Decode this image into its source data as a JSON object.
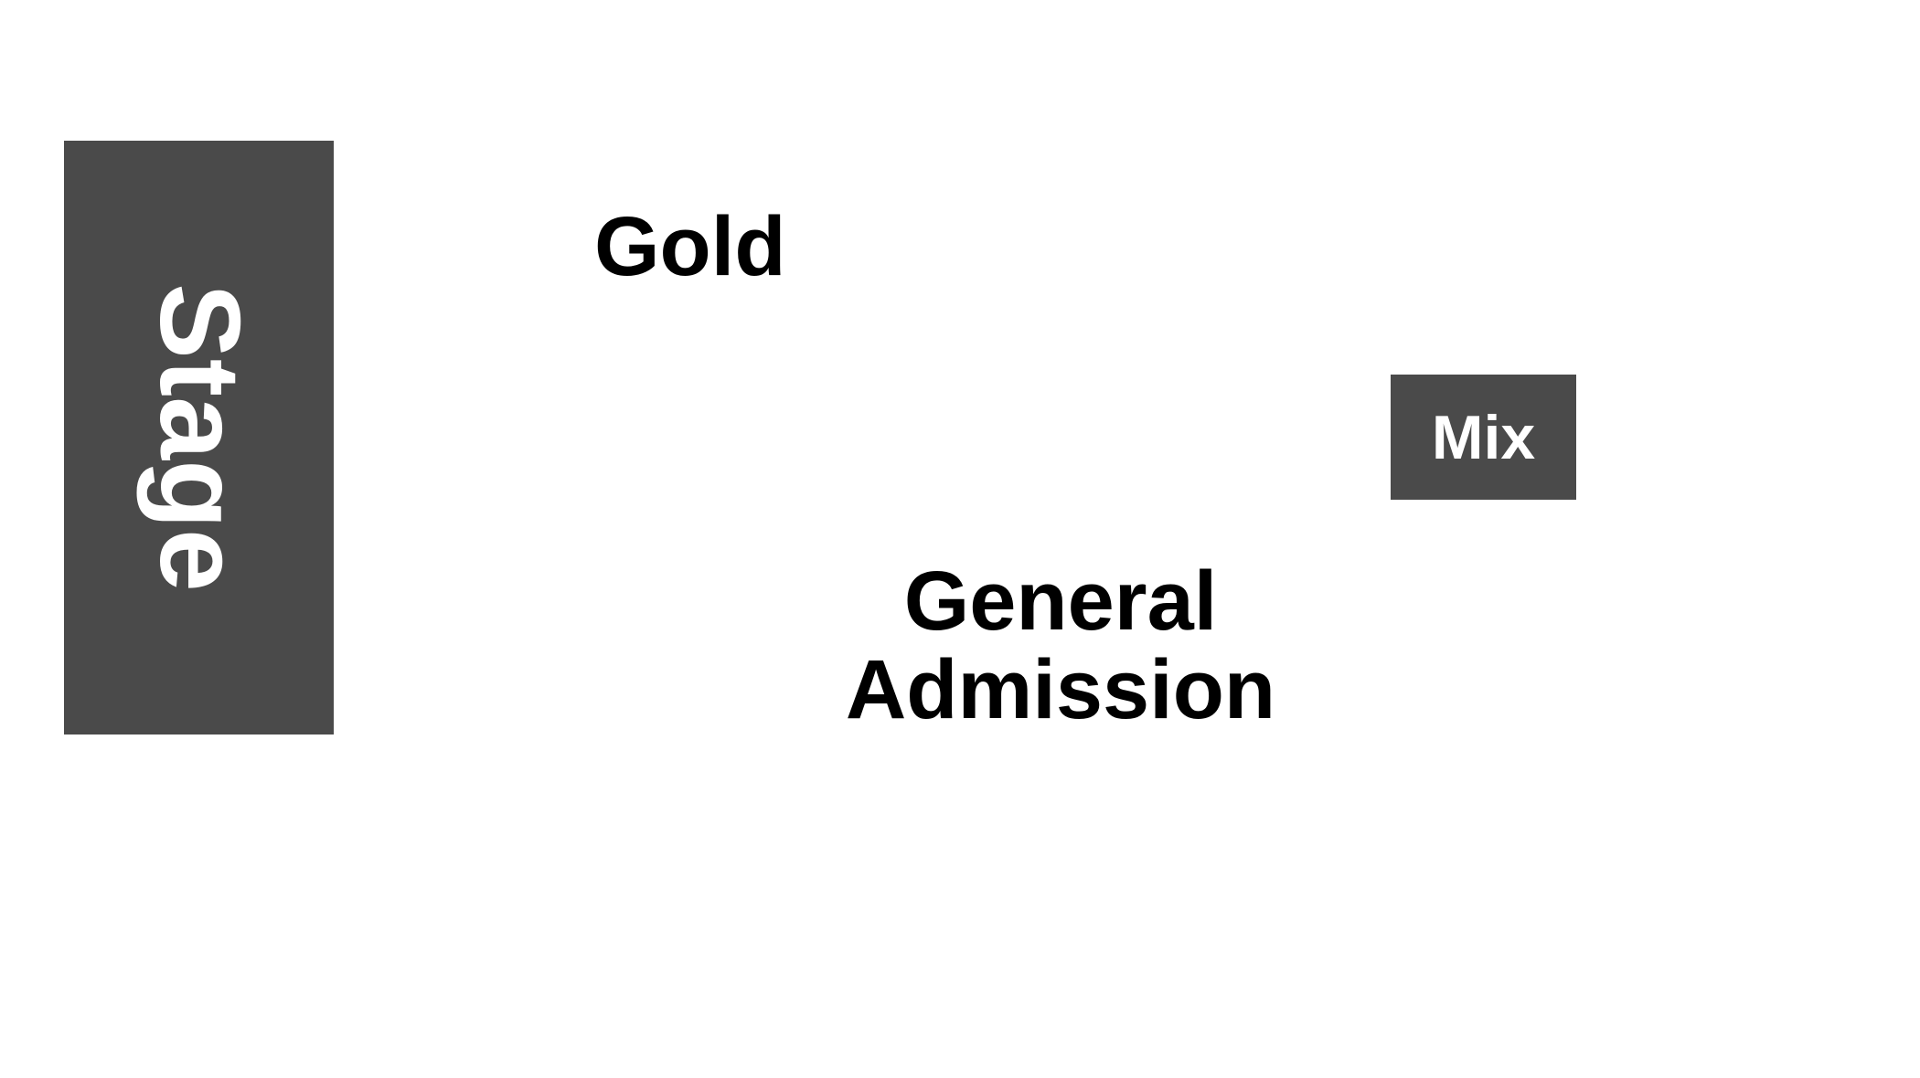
{
  "venue": {
    "stage": {
      "label": "Stage"
    },
    "mix": {
      "label": "Mix"
    },
    "zones": {
      "gold": {
        "label": "Gold"
      },
      "general_admission": {
        "line1": "General",
        "line2": "Admission"
      }
    }
  },
  "colors": {
    "block_fill": "#4a4a4a",
    "block_text": "#ffffff",
    "zone_text": "#000000",
    "background": "#ffffff"
  }
}
